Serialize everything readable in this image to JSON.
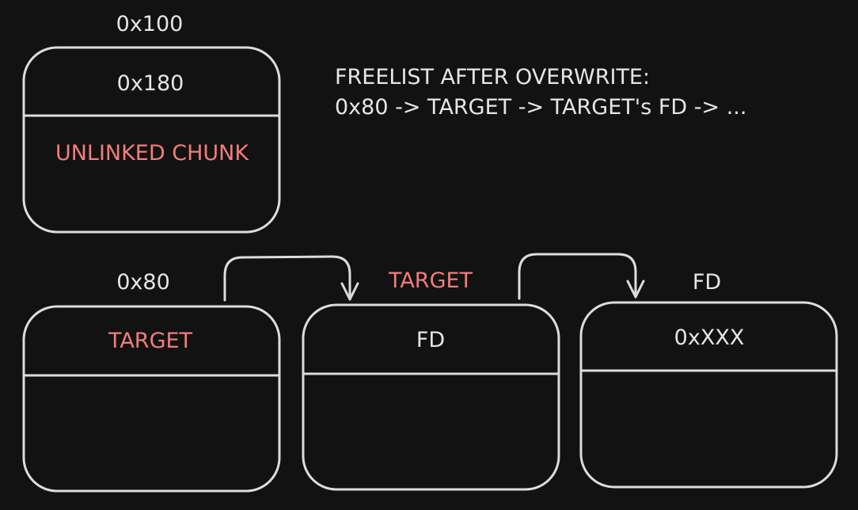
{
  "note": {
    "line1": "FREELIST AFTER OVERWRITE:",
    "line2": "0x80 -> TARGET -> TARGET's FD -> ..."
  },
  "chunks": {
    "unlinked": {
      "address": "0x100",
      "header": "0x180",
      "body": "UNLINKED CHUNK"
    },
    "first": {
      "address": "0x80",
      "header": "TARGET"
    },
    "target": {
      "address": "TARGET",
      "header": "FD"
    },
    "fd": {
      "address": "FD",
      "header": "0xXXX"
    }
  },
  "colors": {
    "background": "#121212",
    "stroke": "#dcdcdc",
    "text": "#e6e6e6",
    "highlight": "#f47c7c"
  }
}
